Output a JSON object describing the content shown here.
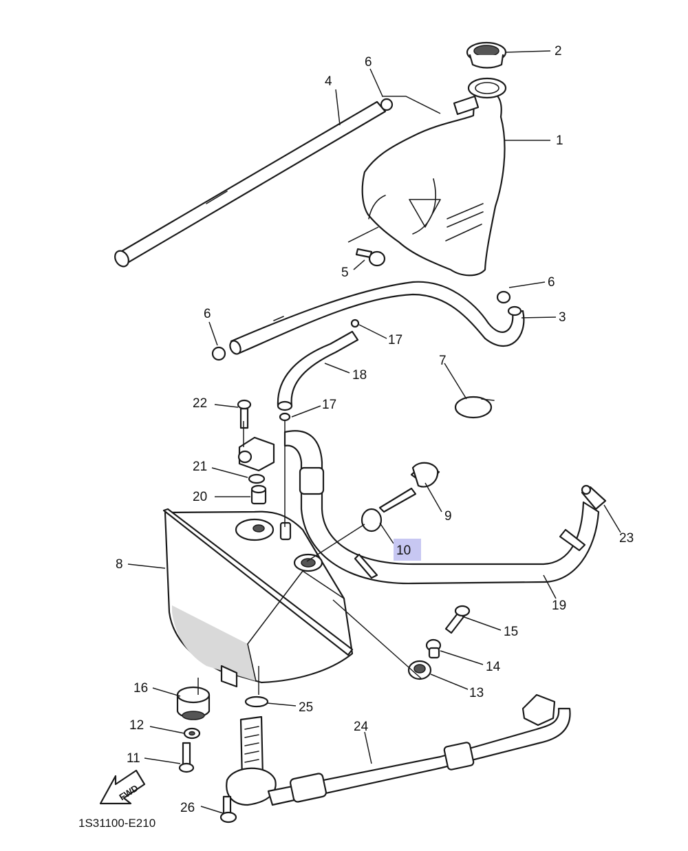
{
  "callouts": {
    "c1": "1",
    "c2": "2",
    "c3": "3",
    "c4": "4",
    "c5": "5",
    "c6a": "6",
    "c6b": "6",
    "c6c": "6",
    "c7": "7",
    "c8": "8",
    "c9": "9",
    "c10": "10",
    "c11": "11",
    "c12": "12",
    "c13": "13",
    "c14": "14",
    "c15": "15",
    "c16": "16",
    "c17a": "17",
    "c17b": "17",
    "c18": "18",
    "c19": "19",
    "c20": "20",
    "c21": "21",
    "c22": "22",
    "c23": "23",
    "c24": "24",
    "c25": "25",
    "c26": "26"
  },
  "highlight": {
    "part": "10",
    "color": "#c7c7f2"
  },
  "fwd_label": "FWD",
  "diagram_code": "1S31100-E210"
}
